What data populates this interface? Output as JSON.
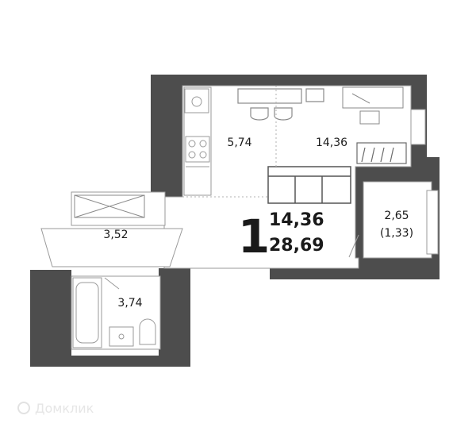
{
  "plan": {
    "rooms_count": "1",
    "living_area": "14,36",
    "total_area": "28,69",
    "rooms": {
      "kitchen": "5,74",
      "living": "14,36",
      "balcony_right_line1": "2,65",
      "balcony_right_line2": "(1,33)",
      "hall": "3,52",
      "bathroom": "3,74"
    }
  },
  "watermark": {
    "text": "Домклик"
  },
  "colors": {
    "wall": "#4d4d4d",
    "floor": "#ffffff",
    "line": "#9a9a9a"
  }
}
